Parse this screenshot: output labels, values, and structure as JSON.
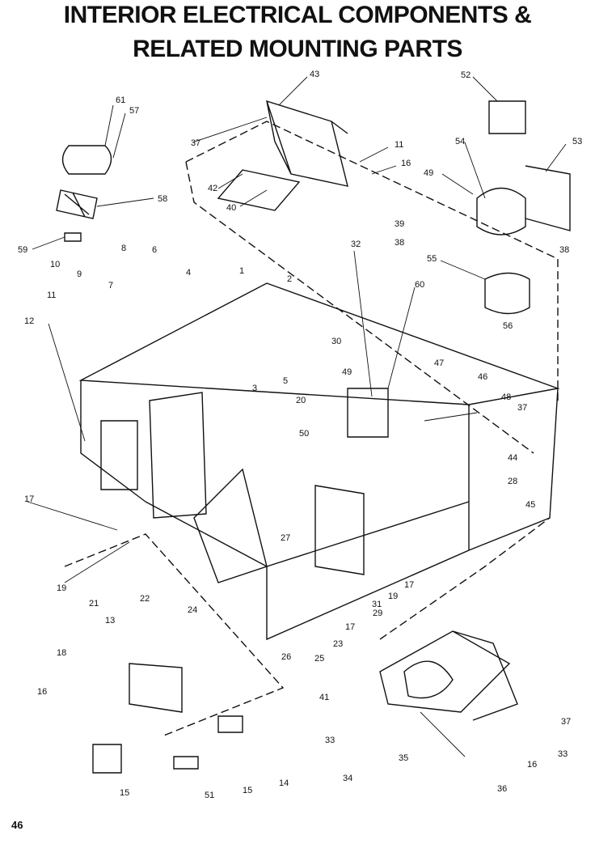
{
  "title_line1": "INTERIOR ELECTRICAL COMPONENTS &",
  "title_line2": "RELATED MOUNTING PARTS",
  "page_number": "46",
  "callouts": [
    "61",
    "57",
    "58",
    "59",
    "43",
    "37",
    "11",
    "16",
    "42",
    "40",
    "39",
    "38",
    "52",
    "54",
    "53",
    "49",
    "38",
    "55",
    "56",
    "32",
    "60",
    "8",
    "6",
    "4",
    "1",
    "2",
    "10",
    "9",
    "7",
    "11",
    "12",
    "30",
    "49",
    "47",
    "46",
    "48",
    "37",
    "3",
    "5",
    "20",
    "50",
    "44",
    "28",
    "45",
    "17",
    "27",
    "19",
    "21",
    "22",
    "24",
    "26",
    "25",
    "23",
    "17",
    "29",
    "31",
    "19",
    "17",
    "13",
    "18",
    "16",
    "15",
    "51",
    "15",
    "14",
    "41",
    "33",
    "34",
    "35",
    "36",
    "16",
    "33",
    "37"
  ]
}
